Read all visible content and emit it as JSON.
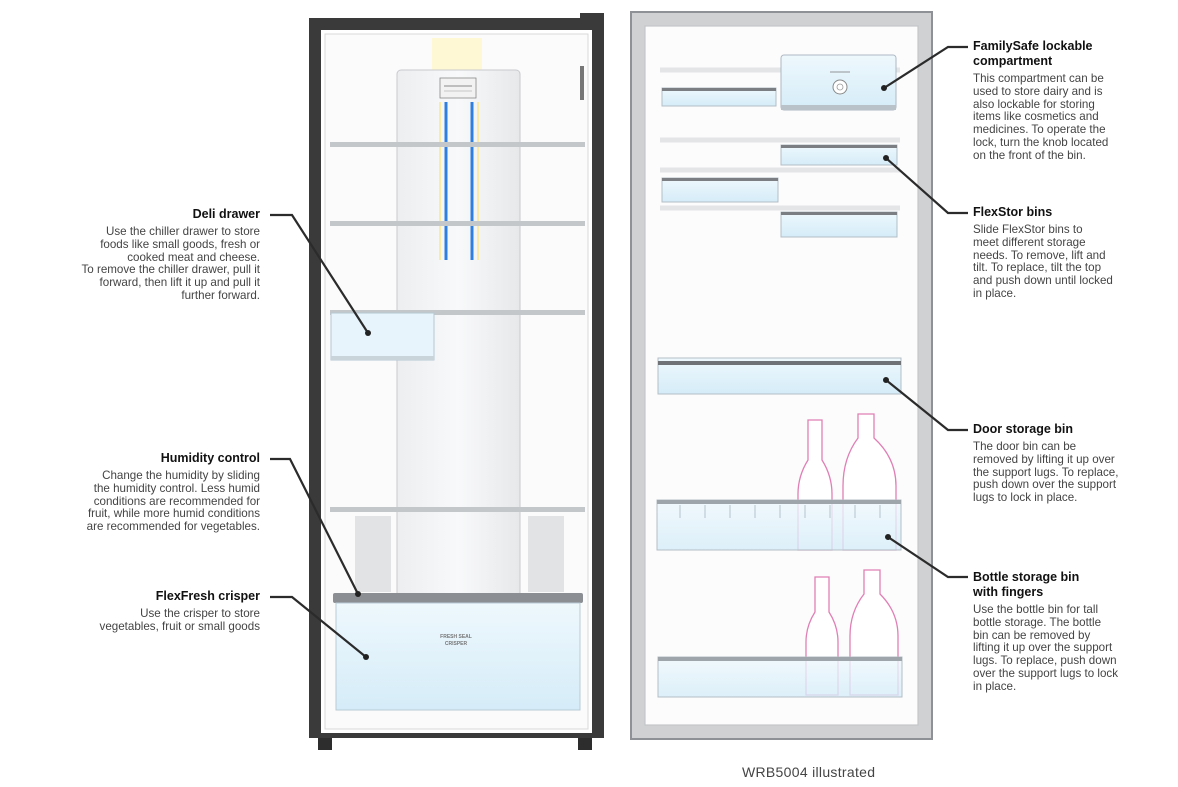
{
  "callouts_left": [
    {
      "id": "deli-drawer",
      "title": "Deli drawer",
      "lines": [
        "Use the chiller drawer to store",
        "foods like small goods, fresh or",
        "cooked meat and cheese.",
        "To remove the chiller drawer, pull it",
        "forward, then lift it up and pull it",
        "further forward."
      ]
    },
    {
      "id": "humidity-control",
      "title": "Humidity control",
      "lines": [
        "Change the humidity by sliding",
        "the humidity control. Less humid",
        "conditions are recommended for",
        "fruit, while more humid conditions",
        "are recommended for vegetables."
      ]
    },
    {
      "id": "flexfresh-crisper",
      "title": "FlexFresh crisper",
      "lines": [
        "Use the crisper to store",
        "vegetables, fruit or small goods"
      ]
    }
  ],
  "callouts_right": [
    {
      "id": "familysafe-compartment",
      "title_lines": [
        "FamilySafe lockable",
        "compartment"
      ],
      "lines": [
        "This compartment can be",
        "used to store dairy and is",
        "also lockable for storing",
        "items like cosmetics and",
        "medicines. To operate the",
        "lock, turn the knob located",
        "on the front of the bin."
      ]
    },
    {
      "id": "flexstor-bins",
      "title_lines": [
        "FlexStor bins"
      ],
      "lines": [
        "Slide FlexStor bins to",
        "meet different storage",
        "needs. To remove, lift and",
        "tilt. To replace, tilt the top",
        "and push down until locked",
        "in place."
      ]
    },
    {
      "id": "door-storage-bin",
      "title_lines": [
        "Door storage bin"
      ],
      "lines": [
        "The door bin can be",
        "removed by lifting it up over",
        "the support lugs. To replace,",
        "push down over the support",
        "lugs to lock in place."
      ]
    },
    {
      "id": "bottle-storage-bin",
      "title_lines": [
        "Bottle storage bin",
        "with fingers"
      ],
      "lines": [
        "Use the bottle bin for tall",
        "bottle storage. The bottle",
        "bin can be removed by",
        "lifting it up over the support",
        "lugs. To replace, push down",
        "over the support lugs to lock",
        "in place."
      ]
    }
  ],
  "crisper_label": [
    "FRESH SEAL",
    "CRISPER"
  ],
  "caption": "WRB5004 illustrated",
  "colors": {
    "outline": "#2d2d2d",
    "shelf": "#b9bcc0",
    "ice_blue": "#dff2fb",
    "bottle_outline": "#e07fb5",
    "accent_blue": "#2f7fe0",
    "accent_yellow": "#fff6c8"
  }
}
